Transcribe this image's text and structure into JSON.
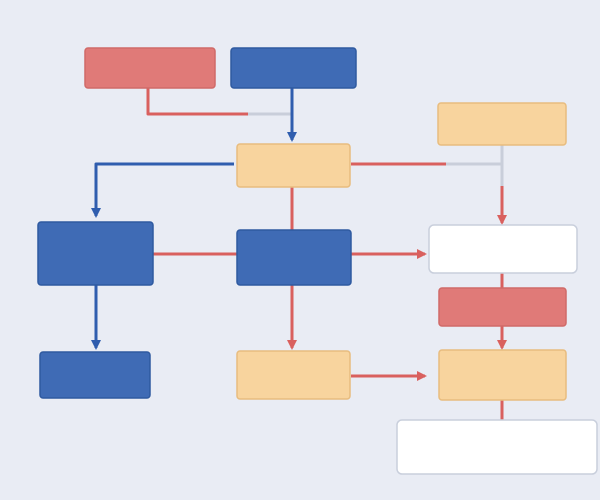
{
  "colors": {
    "background": "#E9ECF4",
    "red": "#E07A78",
    "red_border": "#D06A68",
    "blue": "#3F6BB5",
    "blue_border": "#2F5AA0",
    "orange": "#F8D49E",
    "orange_border": "#E8BC7E",
    "white": "#FFFFFF",
    "white_border": "#C9CFDC",
    "connector_red": "#D9605E",
    "connector_blue": "#2F5DAE",
    "connector_gray": "#C9CEDA"
  },
  "nodes": [
    {
      "id": "n-top-red",
      "kind": "red",
      "label": ""
    },
    {
      "id": "n-top-blue",
      "kind": "blue",
      "label": ""
    },
    {
      "id": "n-top-right-orange",
      "kind": "orange",
      "label": ""
    },
    {
      "id": "n-center-orange",
      "kind": "orange",
      "label": ""
    },
    {
      "id": "n-left-blue",
      "kind": "blue",
      "label": ""
    },
    {
      "id": "n-center-blue",
      "kind": "blue",
      "label": ""
    },
    {
      "id": "n-right-white",
      "kind": "white",
      "label": ""
    },
    {
      "id": "n-right-red",
      "kind": "red",
      "label": ""
    },
    {
      "id": "n-bottom-left-blue",
      "kind": "blue",
      "label": ""
    },
    {
      "id": "n-bottom-center-orange",
      "kind": "orange",
      "label": ""
    },
    {
      "id": "n-bottom-right-orange",
      "kind": "orange",
      "label": ""
    },
    {
      "id": "n-bottom-white",
      "kind": "white",
      "label": ""
    }
  ],
  "edges": [
    {
      "id": "e-red-to-center",
      "from": "n-top-red",
      "to": "n-center-orange",
      "color": "red",
      "arrow": false
    },
    {
      "id": "e-blue-to-center",
      "from": "n-top-blue",
      "to": "n-center-orange",
      "color": "blue",
      "arrow": true
    },
    {
      "id": "e-center-to-left",
      "from": "n-center-orange",
      "to": "n-left-blue",
      "color": "blue",
      "arrow": true
    },
    {
      "id": "e-center-to-right",
      "from": "n-center-orange",
      "to": "n-top-right-orange",
      "color": "red",
      "arrow": false
    },
    {
      "id": "e-topright-to-white",
      "from": "n-top-right-orange",
      "to": "n-right-white",
      "color": "red",
      "arrow": true
    },
    {
      "id": "e-center-to-centerblue",
      "from": "n-center-orange",
      "to": "n-center-blue",
      "color": "red",
      "arrow": false
    },
    {
      "id": "e-left-to-centerblue",
      "from": "n-left-blue",
      "to": "n-center-blue",
      "color": "red",
      "arrow": false
    },
    {
      "id": "e-centerblue-to-white",
      "from": "n-center-blue",
      "to": "n-right-white",
      "color": "red",
      "arrow": true
    },
    {
      "id": "e-left-to-bottomleft",
      "from": "n-left-blue",
      "to": "n-bottom-left-blue",
      "color": "blue",
      "arrow": true
    },
    {
      "id": "e-centerblue-to-bottom",
      "from": "n-center-blue",
      "to": "n-bottom-center-orange",
      "color": "red",
      "arrow": true
    },
    {
      "id": "e-white-to-red",
      "from": "n-right-white",
      "to": "n-right-red",
      "color": "red",
      "arrow": false
    },
    {
      "id": "e-red-to-orange",
      "from": "n-right-red",
      "to": "n-bottom-right-orange",
      "color": "red",
      "arrow": true
    },
    {
      "id": "e-bottomorange-to-right",
      "from": "n-bottom-center-orange",
      "to": "n-bottom-right-orange",
      "color": "red",
      "arrow": true
    },
    {
      "id": "e-orange-to-bottomwhite",
      "from": "n-bottom-right-orange",
      "to": "n-bottom-white",
      "color": "red",
      "arrow": false
    }
  ]
}
